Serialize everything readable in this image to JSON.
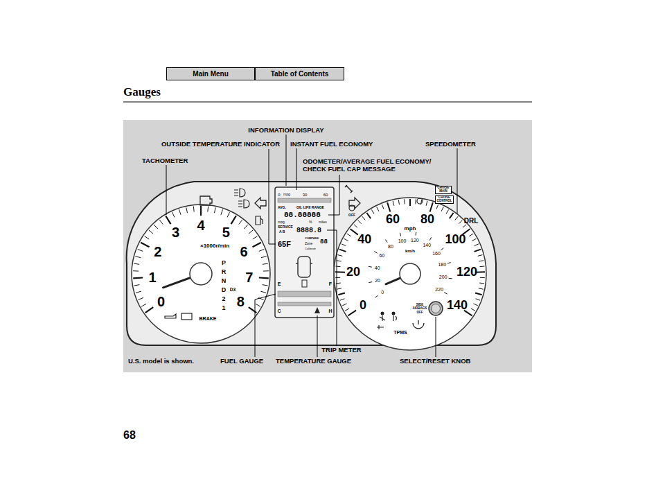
{
  "diagram": {
    "title": "Gauges",
    "nodes": [
      {
        "text": [
          "Main Menu"
        ]
      },
      {
        "text": [
          "Table of Contents"
        ]
      },
      {
        "text": [
          "CRUISE MAIN"
        ]
      },
      {
        "text": [
          "CRUISE CONTROL"
        ]
      }
    ],
    "labels": [
      "68",
      "INFORMATION DISPLAY",
      "OUTSIDE TEMPERATURE INDICATOR",
      "INSTANT FUEL ECONOMY",
      "SPEEDOMETER",
      "TACHOMETER",
      "ODOMETER/AVERAGE FUEL ECONOMY/ CHECK FUEL CAP MESSAGE",
      "TRIP METER",
      "U.S. model is shown.",
      "FUEL GAUGE",
      "TEMPERATURE GAUGE",
      "SELECT/RESET KNOB",
      "0",
      "1",
      "2",
      "3",
      "4",
      "5",
      "6",
      "7",
      "8",
      "×1000r/min",
      "P",
      "R",
      "N",
      "D",
      "2",
      "1",
      "D3",
      "BRAKE",
      "0",
      "20",
      "40",
      "60",
      "80",
      "100",
      "120",
      "140",
      "mph",
      "0",
      "20",
      "40",
      "60",
      "80",
      "100",
      "120",
      "140",
      "160",
      "180",
      "200",
      "220",
      "km/h",
      "TPMS",
      "SIDE AIRBAGS OFF",
      "DRL",
      "OFF",
      "0",
      "mpg",
      "30",
      "60",
      "AVG.",
      "OIL LIFE RANGE",
      "88.88888",
      "mpg",
      "%",
      "miles",
      "SERVICE",
      "A B",
      "8888.8",
      "65F",
      "COMPASS",
      "Zone",
      "88",
      "Calibrate",
      "E",
      "F",
      "C",
      "H"
    ]
  }
}
